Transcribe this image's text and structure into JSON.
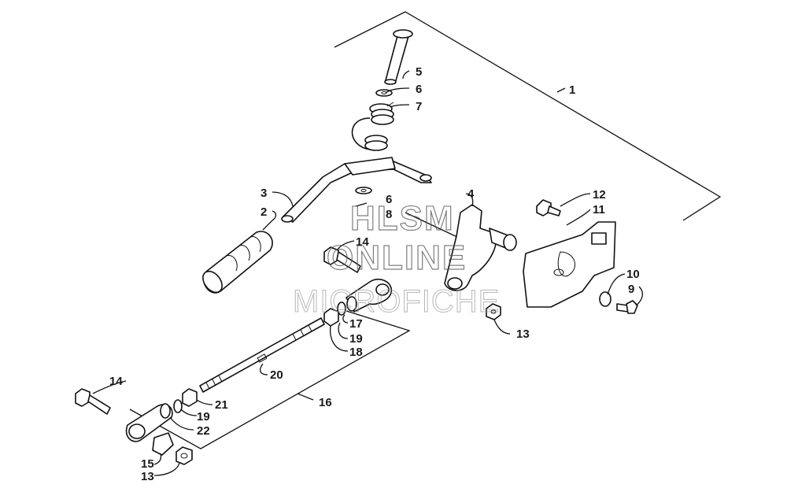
{
  "watermark": {
    "line1": "HLSM",
    "line2": "ONLINE",
    "line3": "MICROFICHE"
  },
  "callouts": {
    "c1": "1",
    "c2": "2",
    "c3": "3",
    "c4": "4",
    "c5": "5",
    "c6a": "6",
    "c6b": "6",
    "c7": "7",
    "c8": "8",
    "c9": "9",
    "c10": "10",
    "c11": "11",
    "c12": "12",
    "c13a": "13",
    "c13b": "13",
    "c14a": "14",
    "c14b": "14",
    "c15": "15",
    "c16": "16",
    "c17": "17",
    "c18": "18",
    "c19a": "19",
    "c19b": "19",
    "c20": "20",
    "c21": "21",
    "c22": "22"
  }
}
